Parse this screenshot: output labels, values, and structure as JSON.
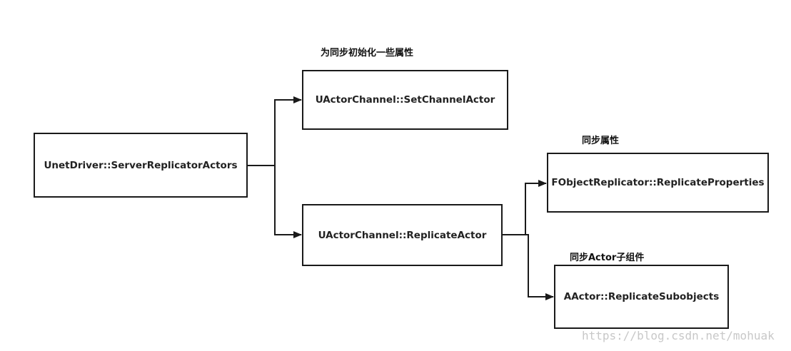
{
  "diagram": {
    "nodes": {
      "server_replicator": "UnetDriver::ServerReplicatorActors",
      "set_channel_actor": "UActorChannel::SetChannelActor",
      "replicate_actor": "UActorChannel::ReplicateActor",
      "replicate_properties": "FObjectReplicator::ReplicateProperties",
      "replicate_subobjects": "AActor::ReplicateSubobjects"
    },
    "notes": {
      "set_channel_actor_note": "为同步初始化一些属性",
      "replicate_properties_note": "同步属性",
      "replicate_subobjects_note": "同步Actor子组件"
    },
    "line_color": "#1a1a1a"
  },
  "watermark": "https://blog.csdn.net/mohuak"
}
